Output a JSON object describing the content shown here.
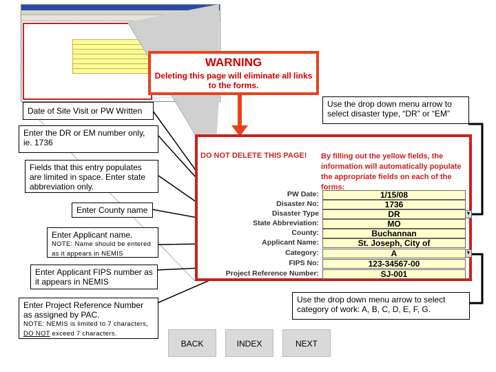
{
  "warning": {
    "title": "WARNING",
    "text": "Deleting this page will eliminate all links to the forms."
  },
  "callouts": {
    "date": "Date of Site Visit or PW Written",
    "dropdown_dr": "Use the drop down menu arrow to select disaster type, “DR” or “EM”",
    "dr_number": "Enter the DR or EM number only, ie.  1736",
    "state": "Fields that this entry populates are limited in space.  Enter state abbreviation only.",
    "county": "Enter County name",
    "applicant": "Enter Applicant name.",
    "applicant_note": "NOTE:  Name should be entered as it appears in NEMIS",
    "fips": "Enter Applicant FIPS number as it appears in NEMIS",
    "category_dropdown": "Use the drop down menu arrow to select category of work: A, B, C, D, E, F, G.",
    "project_ref": "Enter Project Reference Number as assigned by PAC.",
    "project_note_prefix": "NOTE:  NEMIS is limited to 7 characters, ",
    "project_note_underlined": "DO NOT",
    "project_note_suffix": " exceed 7 characters."
  },
  "form": {
    "title": "DO NOT DELETE THIS PAGE!",
    "intro": "By filling out the yellow fields, the information will automatically populate the appropriate fields on each of the forms:",
    "fields": [
      {
        "label": "PW Date:",
        "value": "1/15/08"
      },
      {
        "label": "Disaster No:",
        "value": "1736"
      },
      {
        "label": "Disaster Type",
        "value": "DR"
      },
      {
        "label": "State Abbreviation:",
        "value": "MO"
      },
      {
        "label": "County:",
        "value": "Buchannan"
      },
      {
        "label": "Applicant Name:",
        "value": "St. Joseph, City of"
      },
      {
        "label": "Category:",
        "value": "A"
      },
      {
        "label": "FIPS No:",
        "value": "123-34567-00"
      },
      {
        "label": "Project Reference Number:",
        "value": "SJ-001"
      }
    ]
  },
  "nav": {
    "back": "BACK",
    "index": "INDEX",
    "next": "NEXT"
  },
  "icons": {
    "dropdown": "dropdown-arrow-icon"
  }
}
